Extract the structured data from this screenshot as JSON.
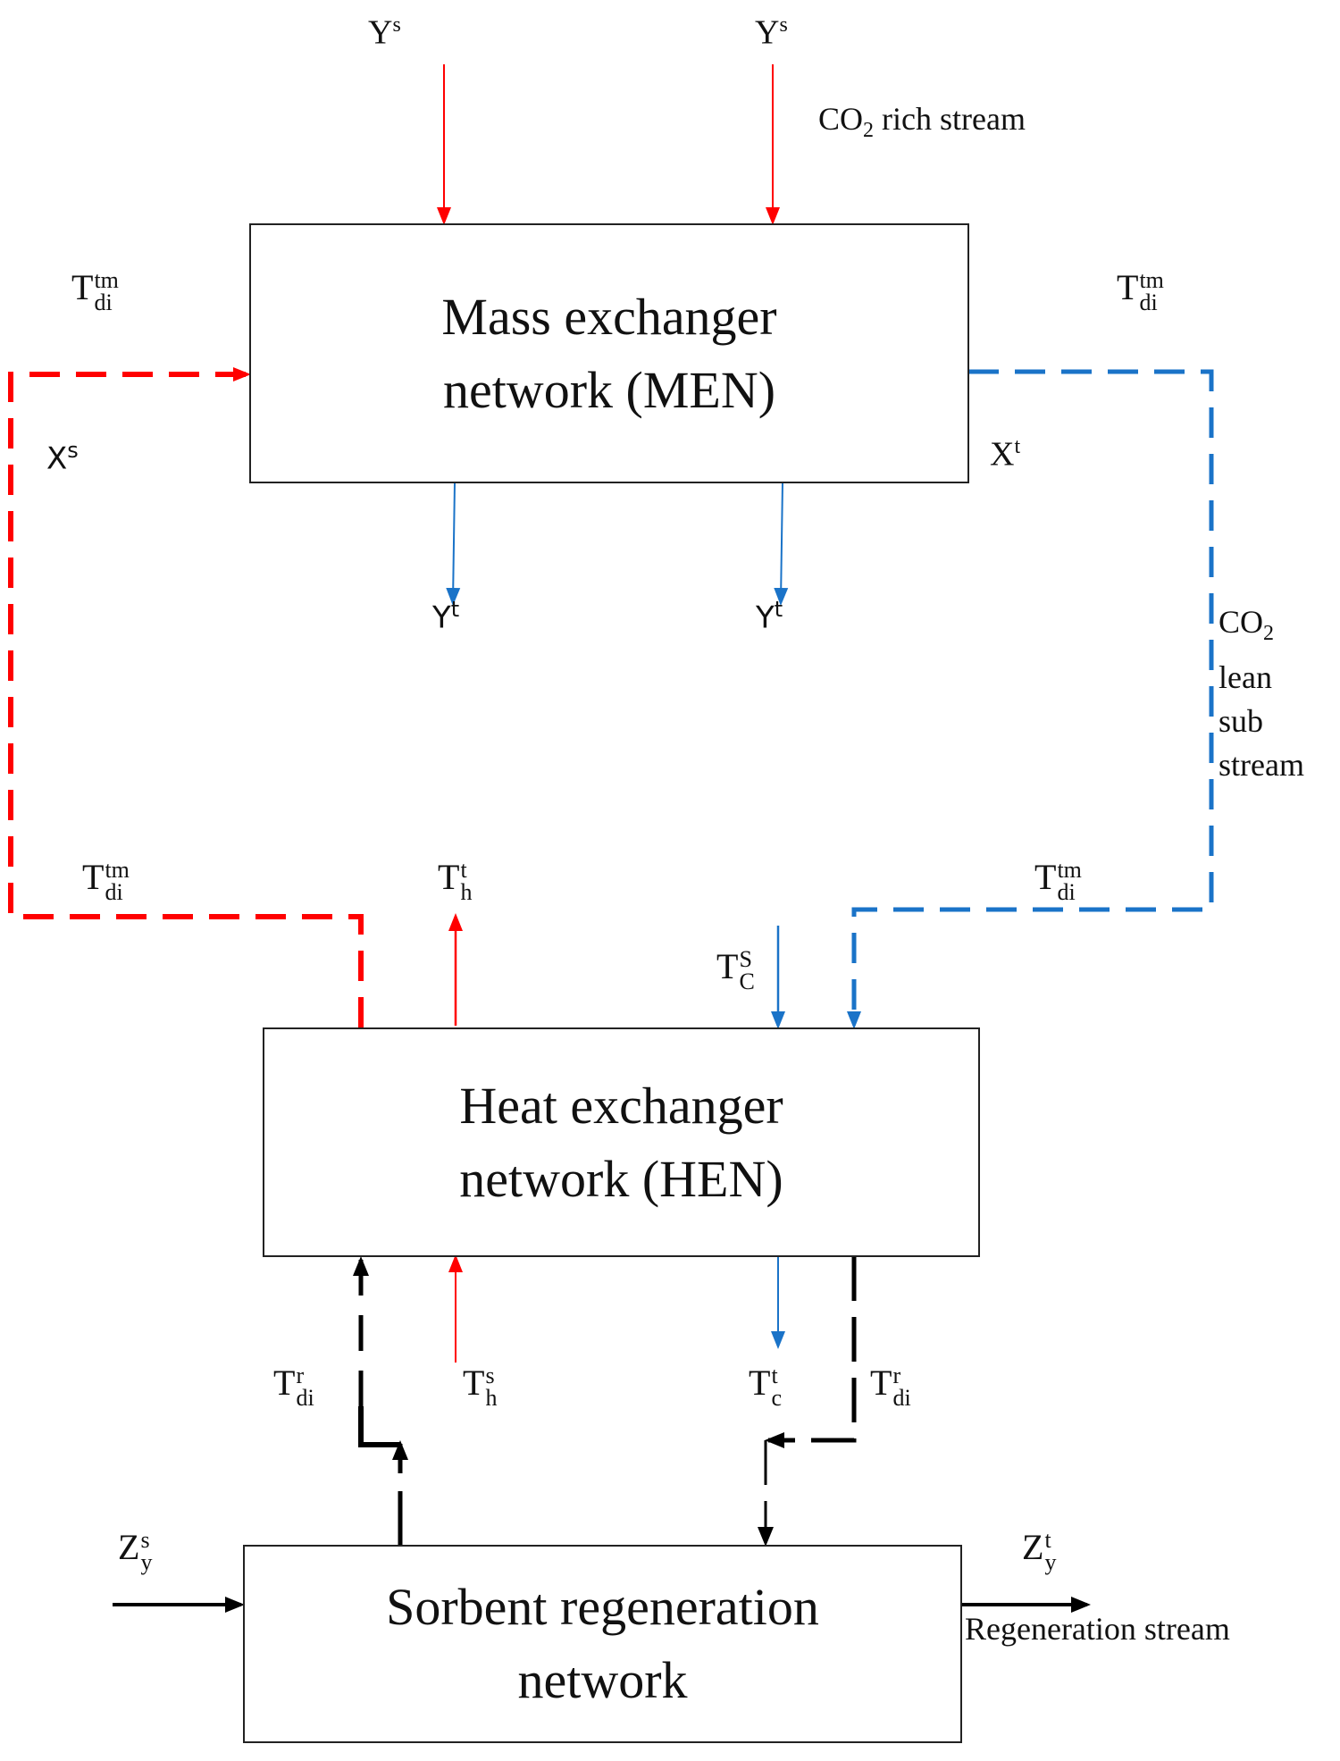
{
  "colors": {
    "hot": "#ff0000",
    "cold": "#1a73c8",
    "regen": "#000000",
    "box_border": "#222222"
  },
  "boxes": {
    "men": {
      "line1": "Mass exchanger",
      "line2": "network (MEN)"
    },
    "hen": {
      "line1": "Heat exchanger",
      "line2": "network (HEN)"
    },
    "srn": {
      "line1": "Sorbent regeneration",
      "line2": "network"
    }
  },
  "labels": {
    "ys_left": {
      "base": "Y",
      "sup": "s"
    },
    "ys_right": {
      "base": "Y",
      "sup": "s"
    },
    "co2_rich": {
      "pre": "CO",
      "sub": "2",
      "post": " rich stream"
    },
    "tdi_tm_top_left": {
      "base": "T",
      "sup": "tm",
      "sub": "di"
    },
    "tdi_tm_top_right": {
      "base": "T",
      "sup": "tm",
      "sub": "di"
    },
    "xs": {
      "base": "X",
      "sup": "s"
    },
    "xt": {
      "base": "X",
      "sup": "t"
    },
    "yt_left": {
      "base": "Y",
      "sup": "t"
    },
    "yt_right": {
      "base": "Y",
      "sup": "t"
    },
    "co2_lean": {
      "l1_pre": "CO",
      "l1_sub": "2",
      "l2": "lean",
      "l3": "sub",
      "l4": "stream"
    },
    "tdi_tm_mid_left": {
      "base": "T",
      "sup": "tm",
      "sub": "di"
    },
    "th_t": {
      "base": "T",
      "sup": "t",
      "sub": "h"
    },
    "tdi_tm_mid_right": {
      "base": "T",
      "sup": "tm",
      "sub": "di"
    },
    "tc_s": {
      "base": "T",
      "sup": "S",
      "sub": "C"
    },
    "tdi_r_left": {
      "base": "T",
      "sup": "r",
      "sub": "di"
    },
    "th_s": {
      "base": "T",
      "sup": "s",
      "sub": "h"
    },
    "tc_t": {
      "base": "T",
      "sup": "t",
      "sub": "c"
    },
    "tdi_r_right": {
      "base": "T",
      "sup": "r",
      "sub": "di"
    },
    "zy_s": {
      "base": "Z",
      "sup": "s",
      "sub": "y"
    },
    "zy_t": {
      "base": "Z",
      "sup": "t",
      "sub": "y"
    },
    "regen_stream": "Regeneration stream"
  }
}
